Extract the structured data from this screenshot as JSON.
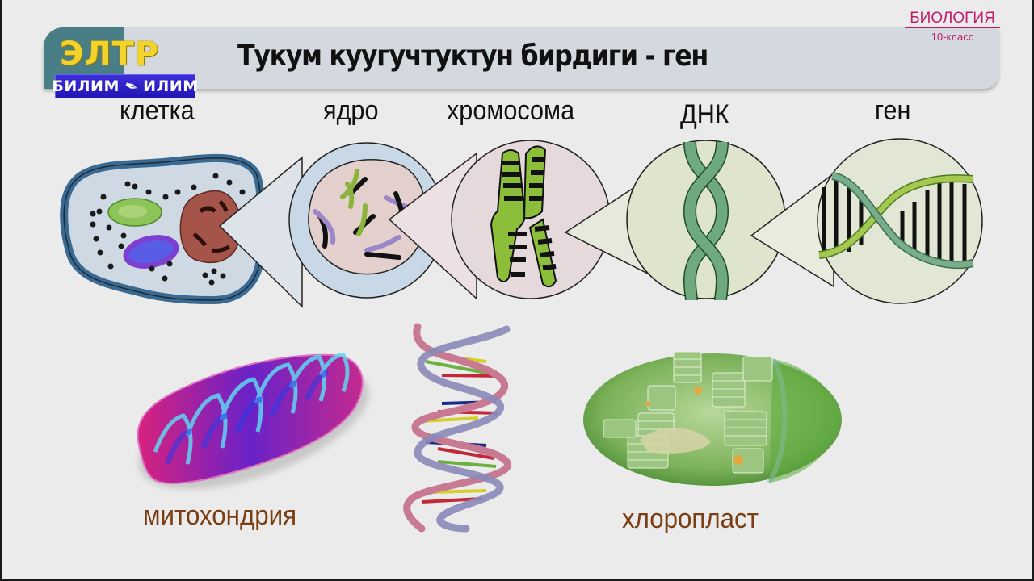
{
  "header": {
    "title": "Тукум куугучтуктун бирдиги - ген",
    "logo_top": "ЭЛТР",
    "logo_band_left": "БИЛИМ",
    "logo_band_right": "ИЛИМ",
    "subject": "БИОЛОГИЯ",
    "grade": "10-класс"
  },
  "stages": [
    {
      "label": "клетка",
      "icon": "cell-icon"
    },
    {
      "label": "ядро",
      "icon": "nucleus-icon"
    },
    {
      "label": "хромосома",
      "icon": "chromosome-icon"
    },
    {
      "label": "ДНК",
      "icon": "dna-strand-icon"
    },
    {
      "label": "ген",
      "icon": "gene-icon"
    }
  ],
  "organelles": [
    {
      "label": "митохондрия",
      "icon": "mitochondrion-icon"
    },
    {
      "label": "",
      "icon": "dna-helix-icon"
    },
    {
      "label": "хлоропласт",
      "icon": "chloroplast-icon"
    }
  ],
  "colors": {
    "background": "#ebebeb",
    "header_bar": "#d4d9e0",
    "header_teal": "#4a7e86",
    "logo_yellow": "#f3d32a",
    "logo_band": "#2a1fc4",
    "subject_pink": "#c21a6b",
    "organelle_label": "#7a3e12"
  }
}
